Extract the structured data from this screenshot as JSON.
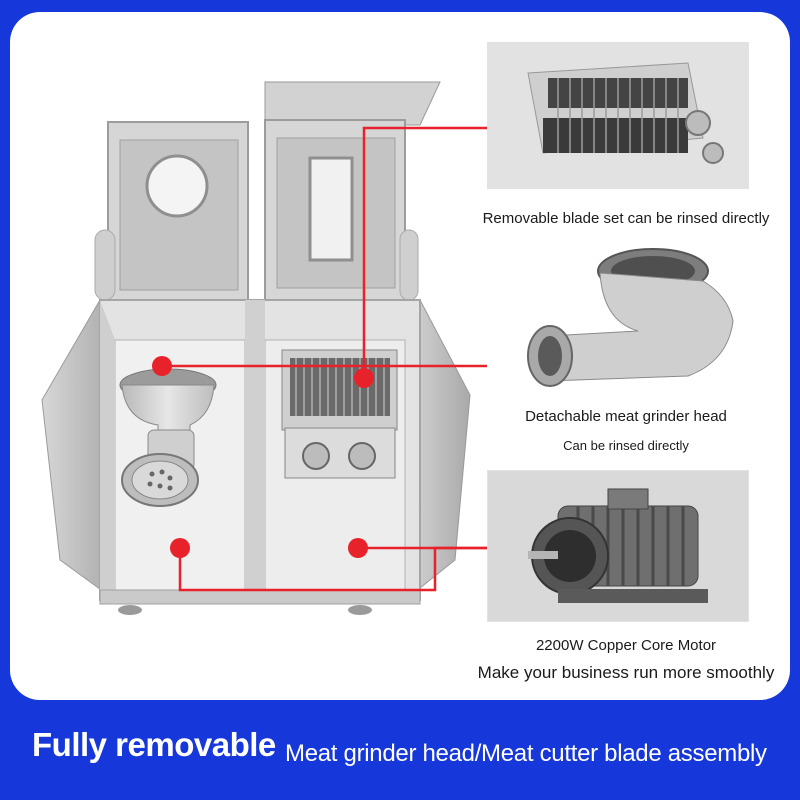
{
  "colors": {
    "banner_blue": "#1637d9",
    "callout_red": "#e8222b",
    "steel": "#c9c9c9"
  },
  "callouts": {
    "blade_set": {
      "caption": "Removable blade set can be rinsed directly"
    },
    "grinder_head": {
      "caption": "Detachable meat grinder head",
      "subcaption": "Can be rinsed directly"
    },
    "motor": {
      "caption": "2200W Copper Core Motor",
      "subcaption": "Make your business run more smoothly"
    }
  },
  "banner": {
    "left_text": "Fully removable",
    "right_text": "Meat grinder head/Meat cutter blade assembly"
  },
  "icons": {
    "main_image": "meat-grinder-cutter-machine",
    "blade_photo": "blade-set",
    "grinder_photo": "grinder-head",
    "motor_photo": "electric-motor"
  }
}
